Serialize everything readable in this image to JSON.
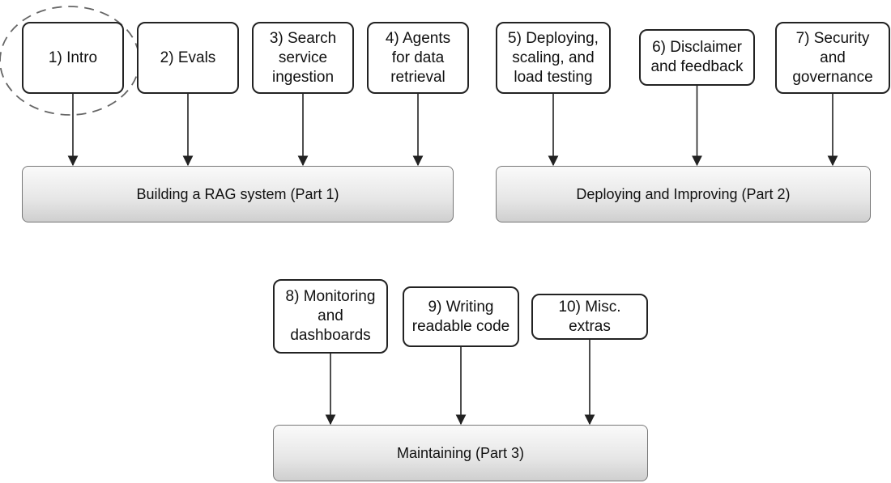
{
  "topics": [
    {
      "id": "intro",
      "label": "1) Intro",
      "highlighted": true
    },
    {
      "id": "evals",
      "label": "2) Evals"
    },
    {
      "id": "search-ingestion",
      "label": "3) Search\nservice\ningestion"
    },
    {
      "id": "agents",
      "label": "4) Agents\nfor data\nretrieval"
    },
    {
      "id": "deploying",
      "label": "5) Deploying,\nscaling, and\nload testing"
    },
    {
      "id": "disclaimer",
      "label": "6) Disclaimer\nand feedback"
    },
    {
      "id": "security",
      "label": "7) Security\nand\ngovernance"
    },
    {
      "id": "monitoring",
      "label": "8) Monitoring\nand\ndashboards"
    },
    {
      "id": "readable-code",
      "label": "9) Writing\nreadable code"
    },
    {
      "id": "misc",
      "label": "10) Misc.\nextras"
    }
  ],
  "parts": [
    {
      "id": "part1",
      "label": "Building a RAG system (Part 1)"
    },
    {
      "id": "part2",
      "label": "Deploying and Improving (Part 2)"
    },
    {
      "id": "part3",
      "label": "Maintaining (Part 3)"
    }
  ],
  "edges": [
    {
      "from": "intro",
      "to": "part1"
    },
    {
      "from": "evals",
      "to": "part1"
    },
    {
      "from": "search-ingestion",
      "to": "part1"
    },
    {
      "from": "agents",
      "to": "part1"
    },
    {
      "from": "deploying",
      "to": "part2"
    },
    {
      "from": "disclaimer",
      "to": "part2"
    },
    {
      "from": "security",
      "to": "part2"
    },
    {
      "from": "monitoring",
      "to": "part3"
    },
    {
      "from": "readable-code",
      "to": "part3"
    },
    {
      "from": "misc",
      "to": "part3"
    }
  ],
  "colors": {
    "stroke": "#222222",
    "bar_border": "#777777",
    "highlight": "#666666"
  }
}
